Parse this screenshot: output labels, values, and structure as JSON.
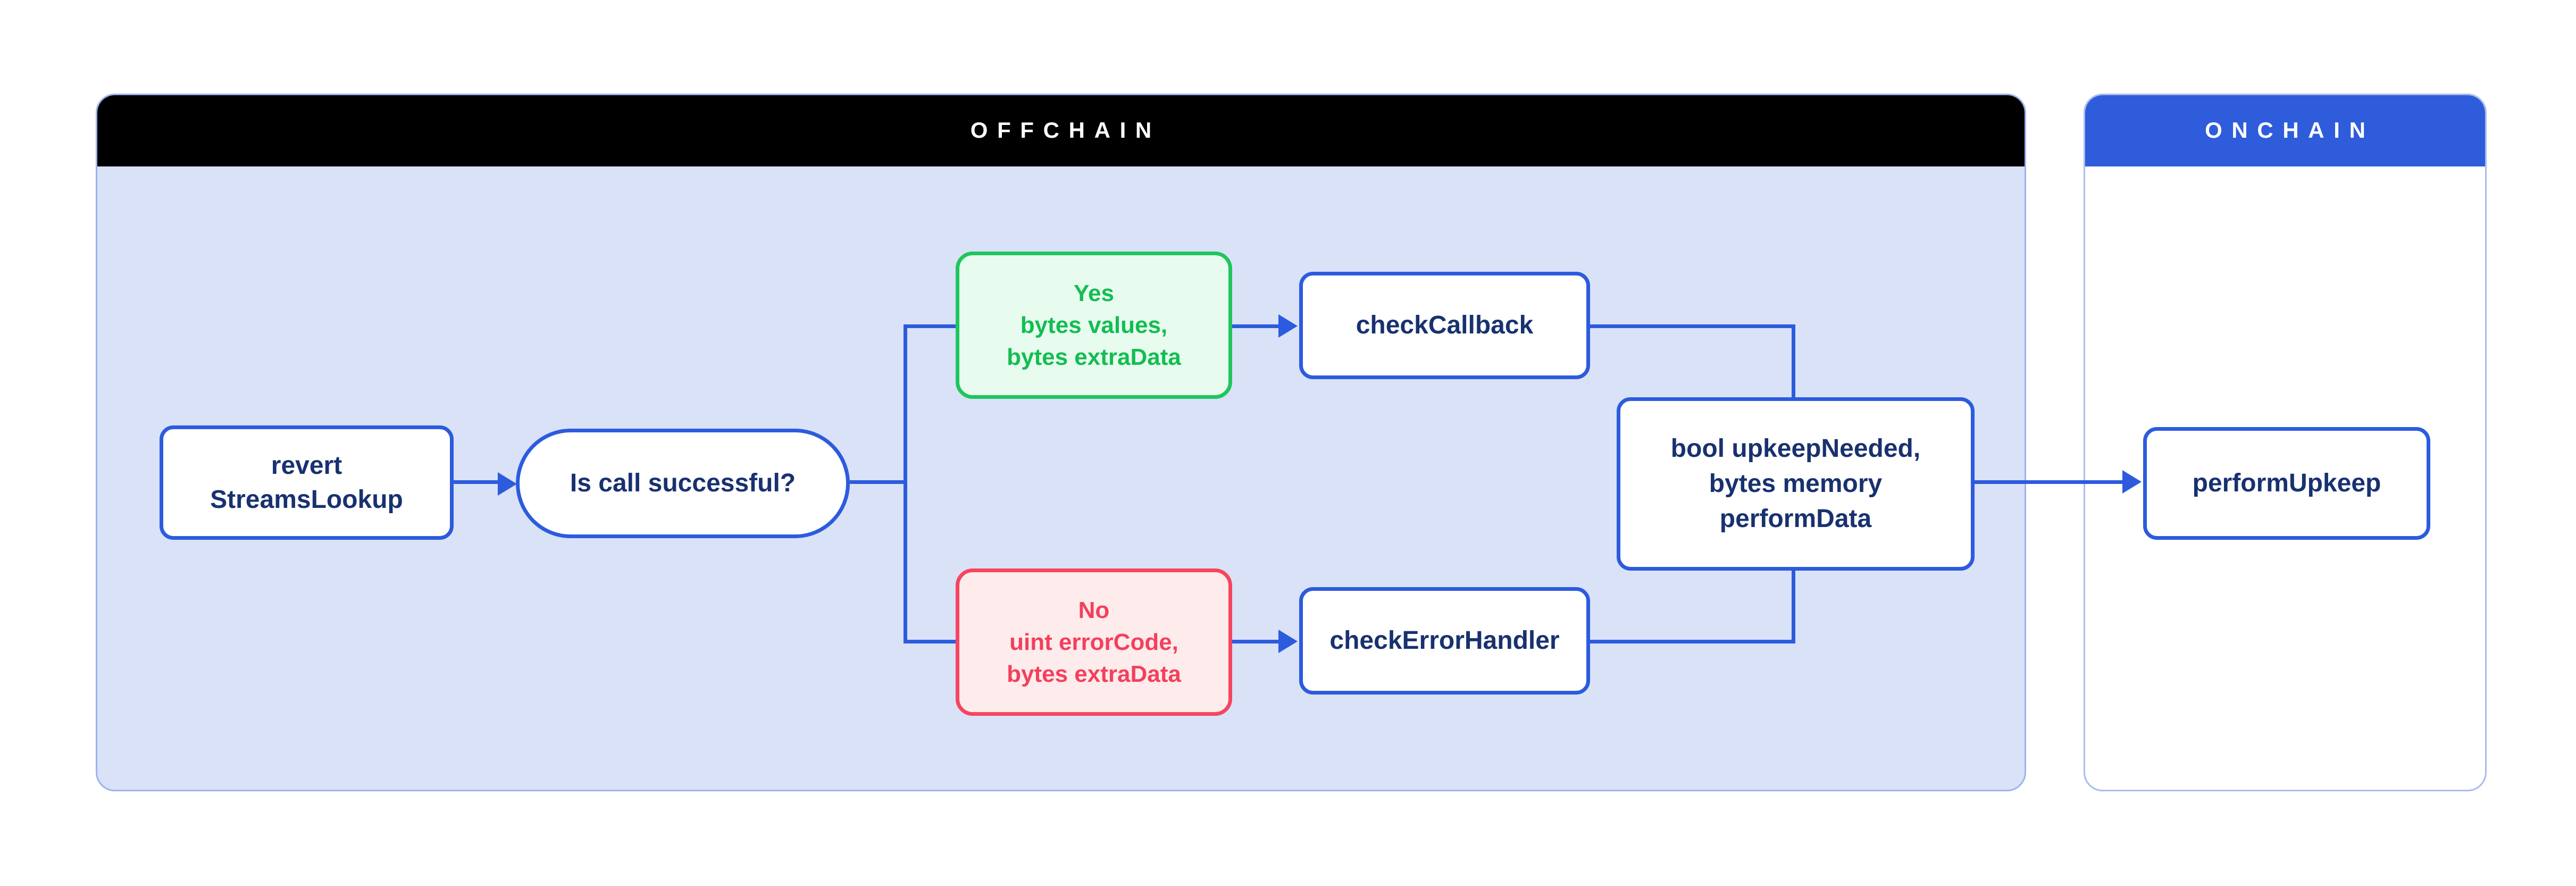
{
  "diagram": {
    "offchain": {
      "title": "OFFCHAIN"
    },
    "onchain": {
      "title": "ONCHAIN"
    },
    "nodes": {
      "revert": {
        "label": "revert\nStreamsLookup"
      },
      "decision": {
        "label": "Is call successful?"
      },
      "yes_branch": {
        "label": "Yes\nbytes values,\nbytes extraData"
      },
      "check_callback": {
        "label": "checkCallback"
      },
      "no_branch": {
        "label": "No\nuint errorCode,\nbytes extraData"
      },
      "check_error_handler": {
        "label": "checkErrorHandler"
      },
      "upkeep_result": {
        "label": "bool upkeepNeeded,\nbytes memory\nperformData"
      },
      "perform_upkeep": {
        "label": "performUpkeep"
      }
    },
    "colors": {
      "offchain_header_bg": "#000000",
      "onchain_header_bg": "#2e5cda",
      "offchain_body_bg": "#d9e2f7",
      "container_border": "#9db3ec",
      "node_border": "#2c5bde",
      "connector": "#2c5bde",
      "navy_text": "#18316f",
      "green_border": "#1fc55f",
      "green_text": "#13bd52",
      "green_bg": "#e8fbef",
      "red_border": "#f6455f",
      "red_text": "#f43f5c",
      "red_bg": "#fdeceb"
    }
  }
}
